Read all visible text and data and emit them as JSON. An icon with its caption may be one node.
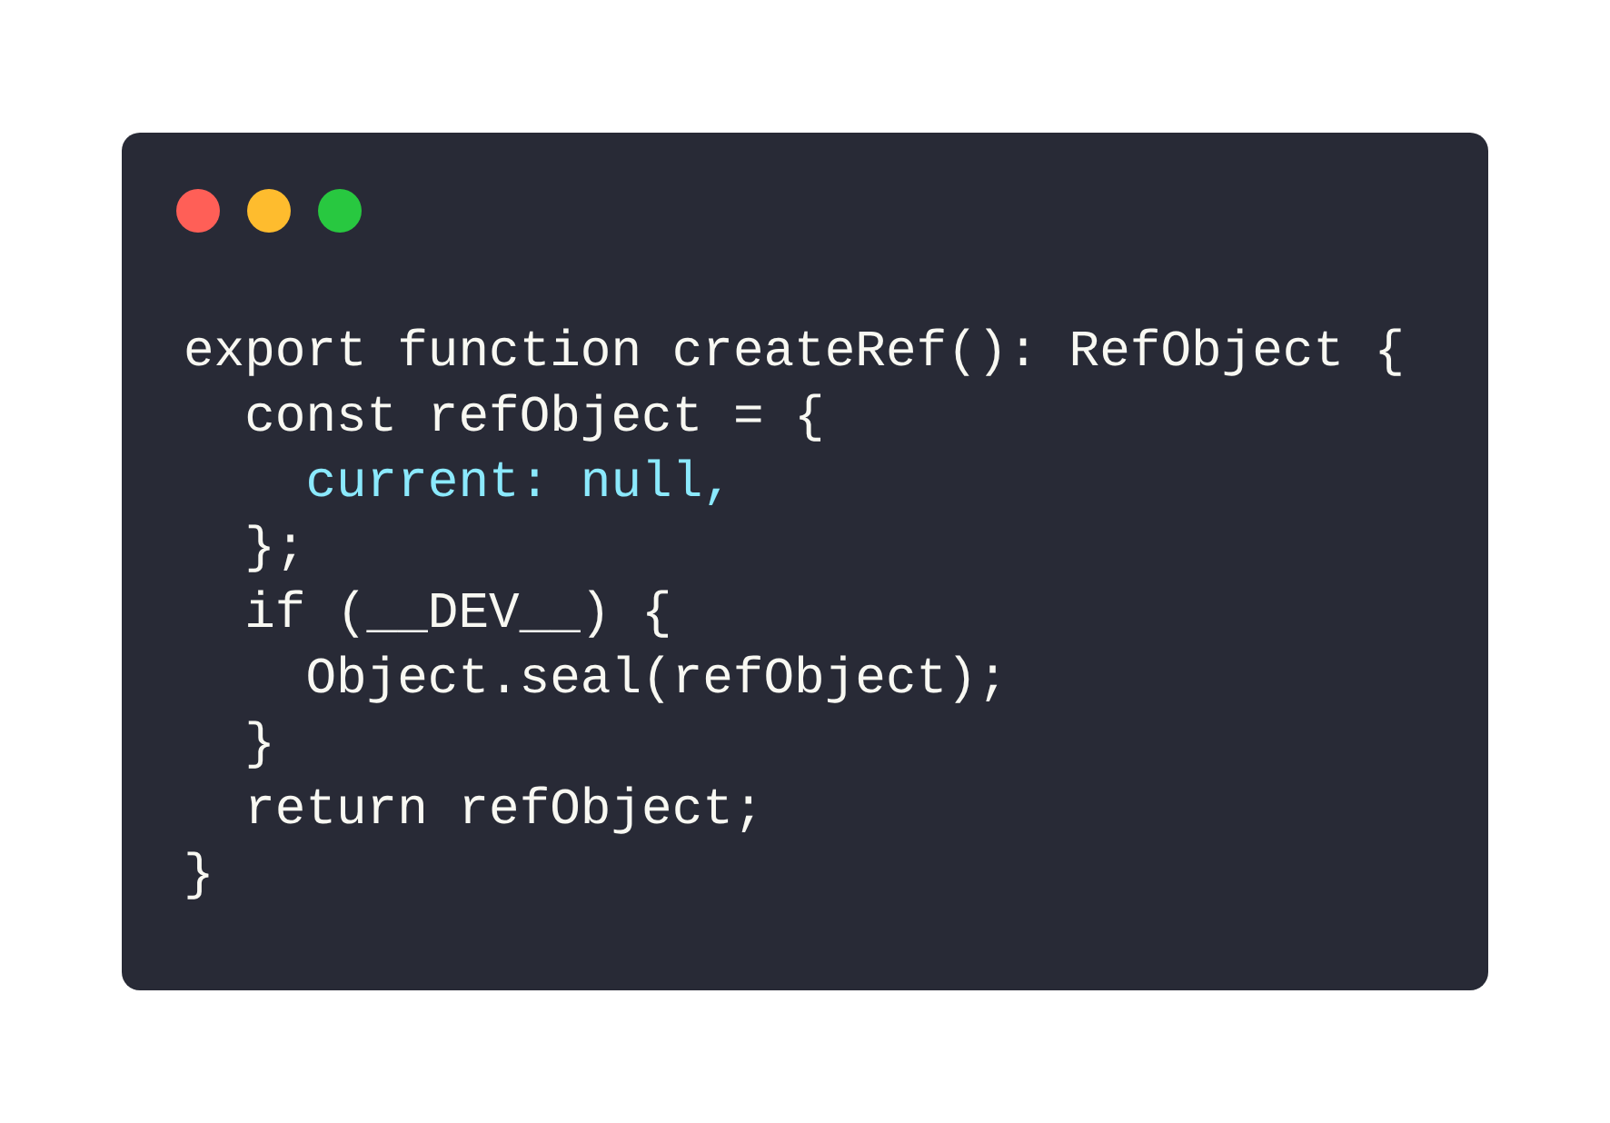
{
  "diagram": {
    "labels": [
      "export function createRef(): RefObject {",
      "const refObject = {",
      "current: null,",
      "};",
      "if (__DEV__) {",
      "Object.seal(refObject);",
      "}",
      "return refObject;",
      "}"
    ]
  }
}
